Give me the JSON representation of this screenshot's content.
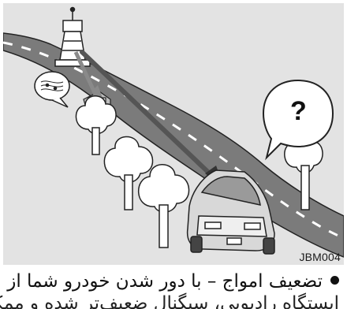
{
  "figure": {
    "code": "JBM004",
    "bubble_question": "?",
    "colors": {
      "background": "#e3e3e3",
      "road": "#7b7b7b",
      "tree": "#ffffff",
      "line": "#222222"
    }
  },
  "caption": {
    "line1": "تضعیف امواج – با دور شدن خودرو شما از",
    "line2": "ایستگاه رادیویی، سیگنال ضعیف‌تر شده و ممکن"
  }
}
